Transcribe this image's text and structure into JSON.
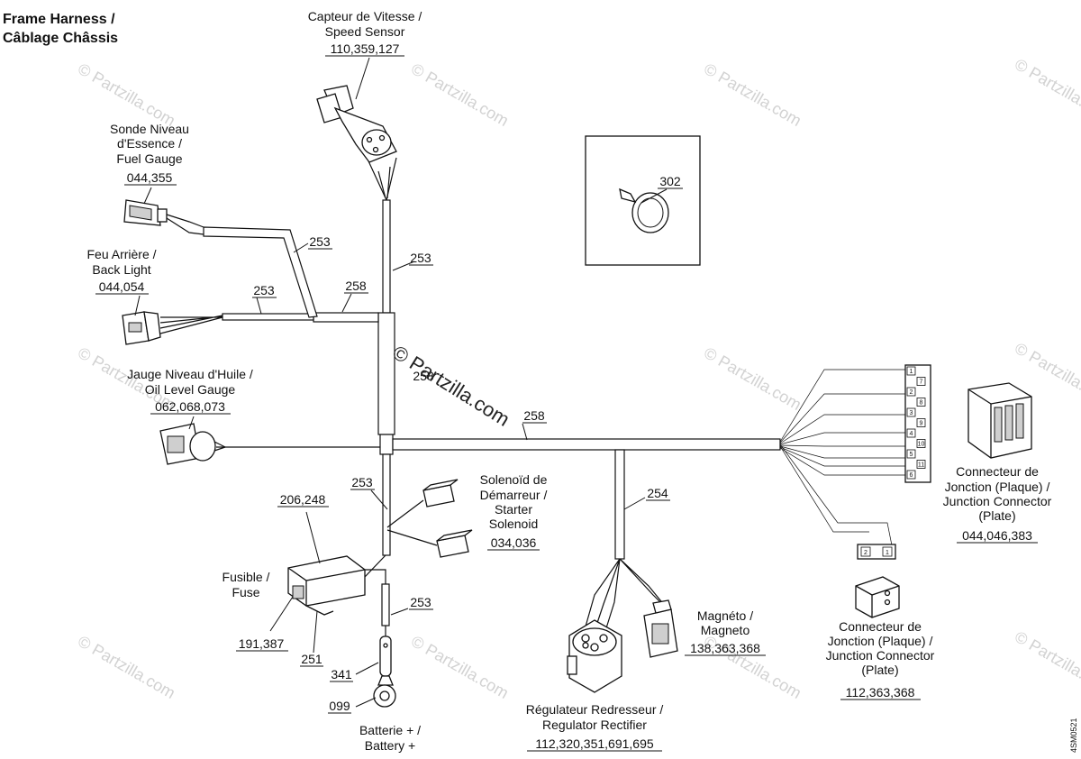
{
  "title": {
    "line1": "Frame Harness /",
    "line2": "Câblage Châssis"
  },
  "watermark": {
    "text": "© Partzilla.com",
    "center_text": "© Partzilla.com"
  },
  "diagram_code": "4SM0521",
  "components": {
    "speed_sensor": {
      "label_fr": "Capteur de Vitesse /",
      "label_en": "Speed Sensor",
      "ref": "110,359,127"
    },
    "fuel_gauge": {
      "label_1": "Sonde Niveau",
      "label_2": "d'Essence /",
      "label_3": "Fuel Gauge",
      "ref": "044,355"
    },
    "back_light": {
      "label_1": "Feu Arrière /",
      "label_2": "Back Light",
      "ref": "044,054"
    },
    "oil_gauge": {
      "label_1": "Jauge Niveau d'Huile /",
      "label_2": "Oil Level Gauge",
      "ref": "062,068,073"
    },
    "starter_solenoid": {
      "label_1": "Solenoïd de",
      "label_2": "Démarreur /",
      "label_3": "Starter",
      "label_4": "Solenoid",
      "ref": "034,036"
    },
    "fuse": {
      "label_1": "Fusible /",
      "label_2": "Fuse",
      "ref_top": "206,248",
      "ref_bottom": "191,387",
      "ref_holder": "251"
    },
    "battery": {
      "label_1": "Batterie + /",
      "label_2": "Battery +",
      "ref_terminal": "341",
      "ref_ring": "099"
    },
    "regulator": {
      "label_1": "Régulateur Redresseur /",
      "label_2": "Regulator Rectifier",
      "ref": "112,320,351,691,695"
    },
    "magneto": {
      "label_1": "Magnéto /",
      "label_2": "Magneto",
      "ref": "138,363,368"
    },
    "junction_large": {
      "label_1": "Connecteur de",
      "label_2": "Jonction (Plaque) /",
      "label_3": "Junction Connector",
      "label_4": "(Plate)",
      "ref": "044,046,383"
    },
    "junction_small": {
      "label_1": "Connecteur de",
      "label_2": "Jonction (Plaque) /",
      "label_3": "Junction Connector",
      "label_4": "(Plate)",
      "ref": "112,363,368"
    },
    "tie_strap": {
      "ref": "302"
    }
  },
  "tube_refs": {
    "t253_main_upper": "253",
    "t253_fuel": "253",
    "t253_back": "253",
    "t258_branch": "258",
    "t258_main_middle": "258",
    "t258_right": "258",
    "t253_lower": "253",
    "t254_reg": "254",
    "t253_battery": "253"
  },
  "pins": {
    "junction_large": [
      "1",
      "7",
      "2",
      "8",
      "3",
      "9",
      "4",
      "10",
      "5",
      "11",
      "6"
    ],
    "junction_small": [
      "2",
      "1"
    ]
  }
}
